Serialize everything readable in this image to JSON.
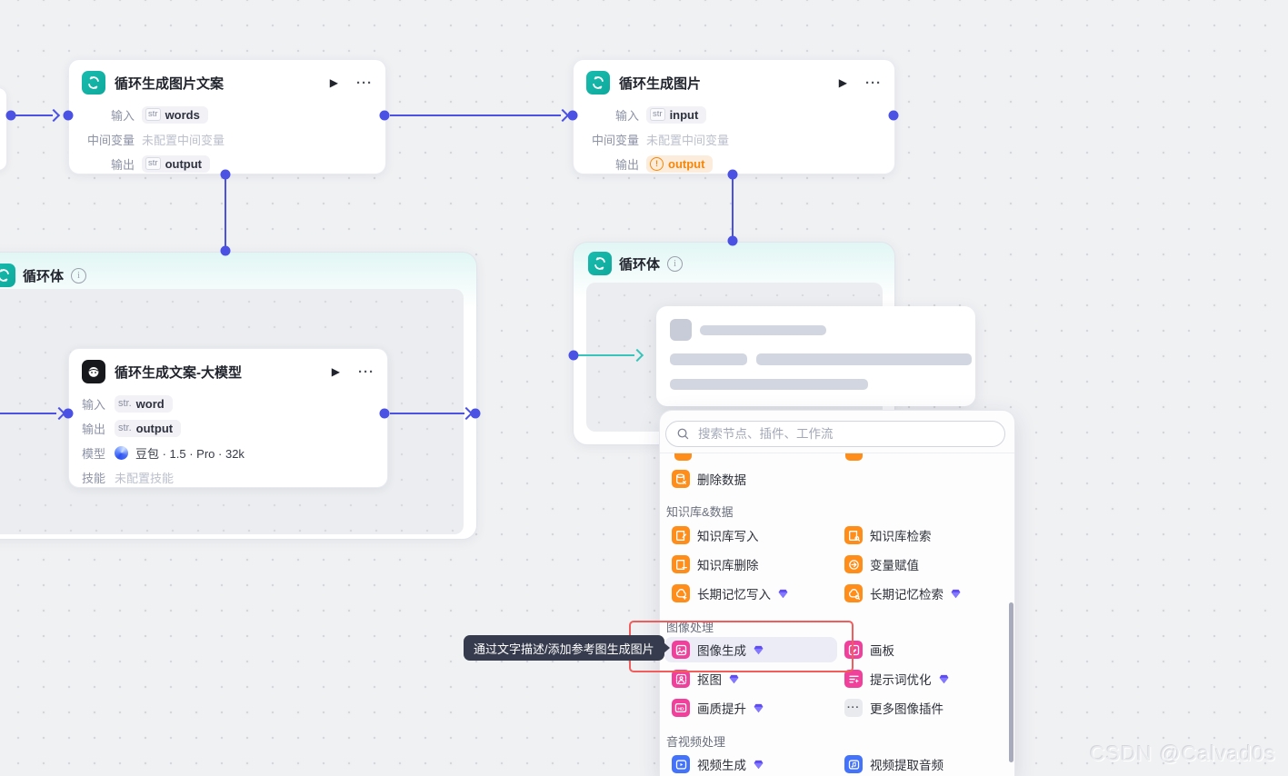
{
  "watermark": "CSDN @Calvad0s",
  "tooltip": "通过文字描述/添加参考图生成图片",
  "icons": {
    "play": "▶",
    "more": "···",
    "info": "i",
    "hd": "HD",
    "more_dots": "···",
    "warn": "!"
  },
  "colors": {
    "accent_blue": "#4b51e3",
    "teal": "#12b5a9",
    "teal_arrow": "#38c4ba",
    "orange": "#ff8d1a",
    "pink": "#f0409c",
    "blue": "#4273fa",
    "warning": "#f78609",
    "premium_gem": "#5c4bf7",
    "annotation_red": "#f15c5c"
  },
  "nodes": {
    "loop_copy": {
      "title": "循环生成图片文案",
      "rows": {
        "input_label": "输入",
        "input_type": "str",
        "input_value": "words",
        "mid_label": "中间变量",
        "mid_value": "未配置中间变量",
        "output_label": "输出",
        "output_type": "str",
        "output_value": "output"
      }
    },
    "loop_image": {
      "title": "循环生成图片",
      "rows": {
        "input_label": "输入",
        "input_type": "str",
        "input_value": "input",
        "mid_label": "中间变量",
        "mid_value": "未配置中间变量",
        "output_label": "输出",
        "output_value": "output"
      }
    },
    "loop_body_left": {
      "title": "循环体"
    },
    "loop_body_right": {
      "title": "循环体"
    },
    "llm": {
      "title": "循环生成文案-大模型",
      "rows": {
        "input_label": "输入",
        "input_type": "str.",
        "input_value": "word",
        "output_label": "输出",
        "output_type": "str.",
        "output_value": "output",
        "model_label": "模型",
        "model_value": "豆包 · 1.5 · Pro · 32k",
        "skill_label": "技能",
        "skill_value": "未配置技能"
      }
    }
  },
  "panel": {
    "search_placeholder": "搜索节点、插件、工作流",
    "sections": [
      {
        "items": [
          {
            "label": "删除数据"
          }
        ]
      },
      {
        "title": "知识库&数据",
        "items": [
          {
            "label": "知识库写入"
          },
          {
            "label": "知识库检索"
          },
          {
            "label": "知识库删除"
          },
          {
            "label": "变量赋值"
          },
          {
            "label": "长期记忆写入",
            "premium": true
          },
          {
            "label": "长期记忆检索",
            "premium": true
          }
        ]
      },
      {
        "title": "图像处理",
        "items": [
          {
            "label": "图像生成",
            "premium": true,
            "highlighted": true
          },
          {
            "label": "画板"
          },
          {
            "label": "抠图",
            "premium": true
          },
          {
            "label": "提示词优化",
            "premium": true
          },
          {
            "label": "画质提升",
            "premium": true
          },
          {
            "label": "更多图像插件"
          }
        ]
      },
      {
        "title": "音视频处理",
        "items": [
          {
            "label": "视频生成",
            "premium": true
          },
          {
            "label": "视频提取音频"
          }
        ]
      }
    ]
  }
}
